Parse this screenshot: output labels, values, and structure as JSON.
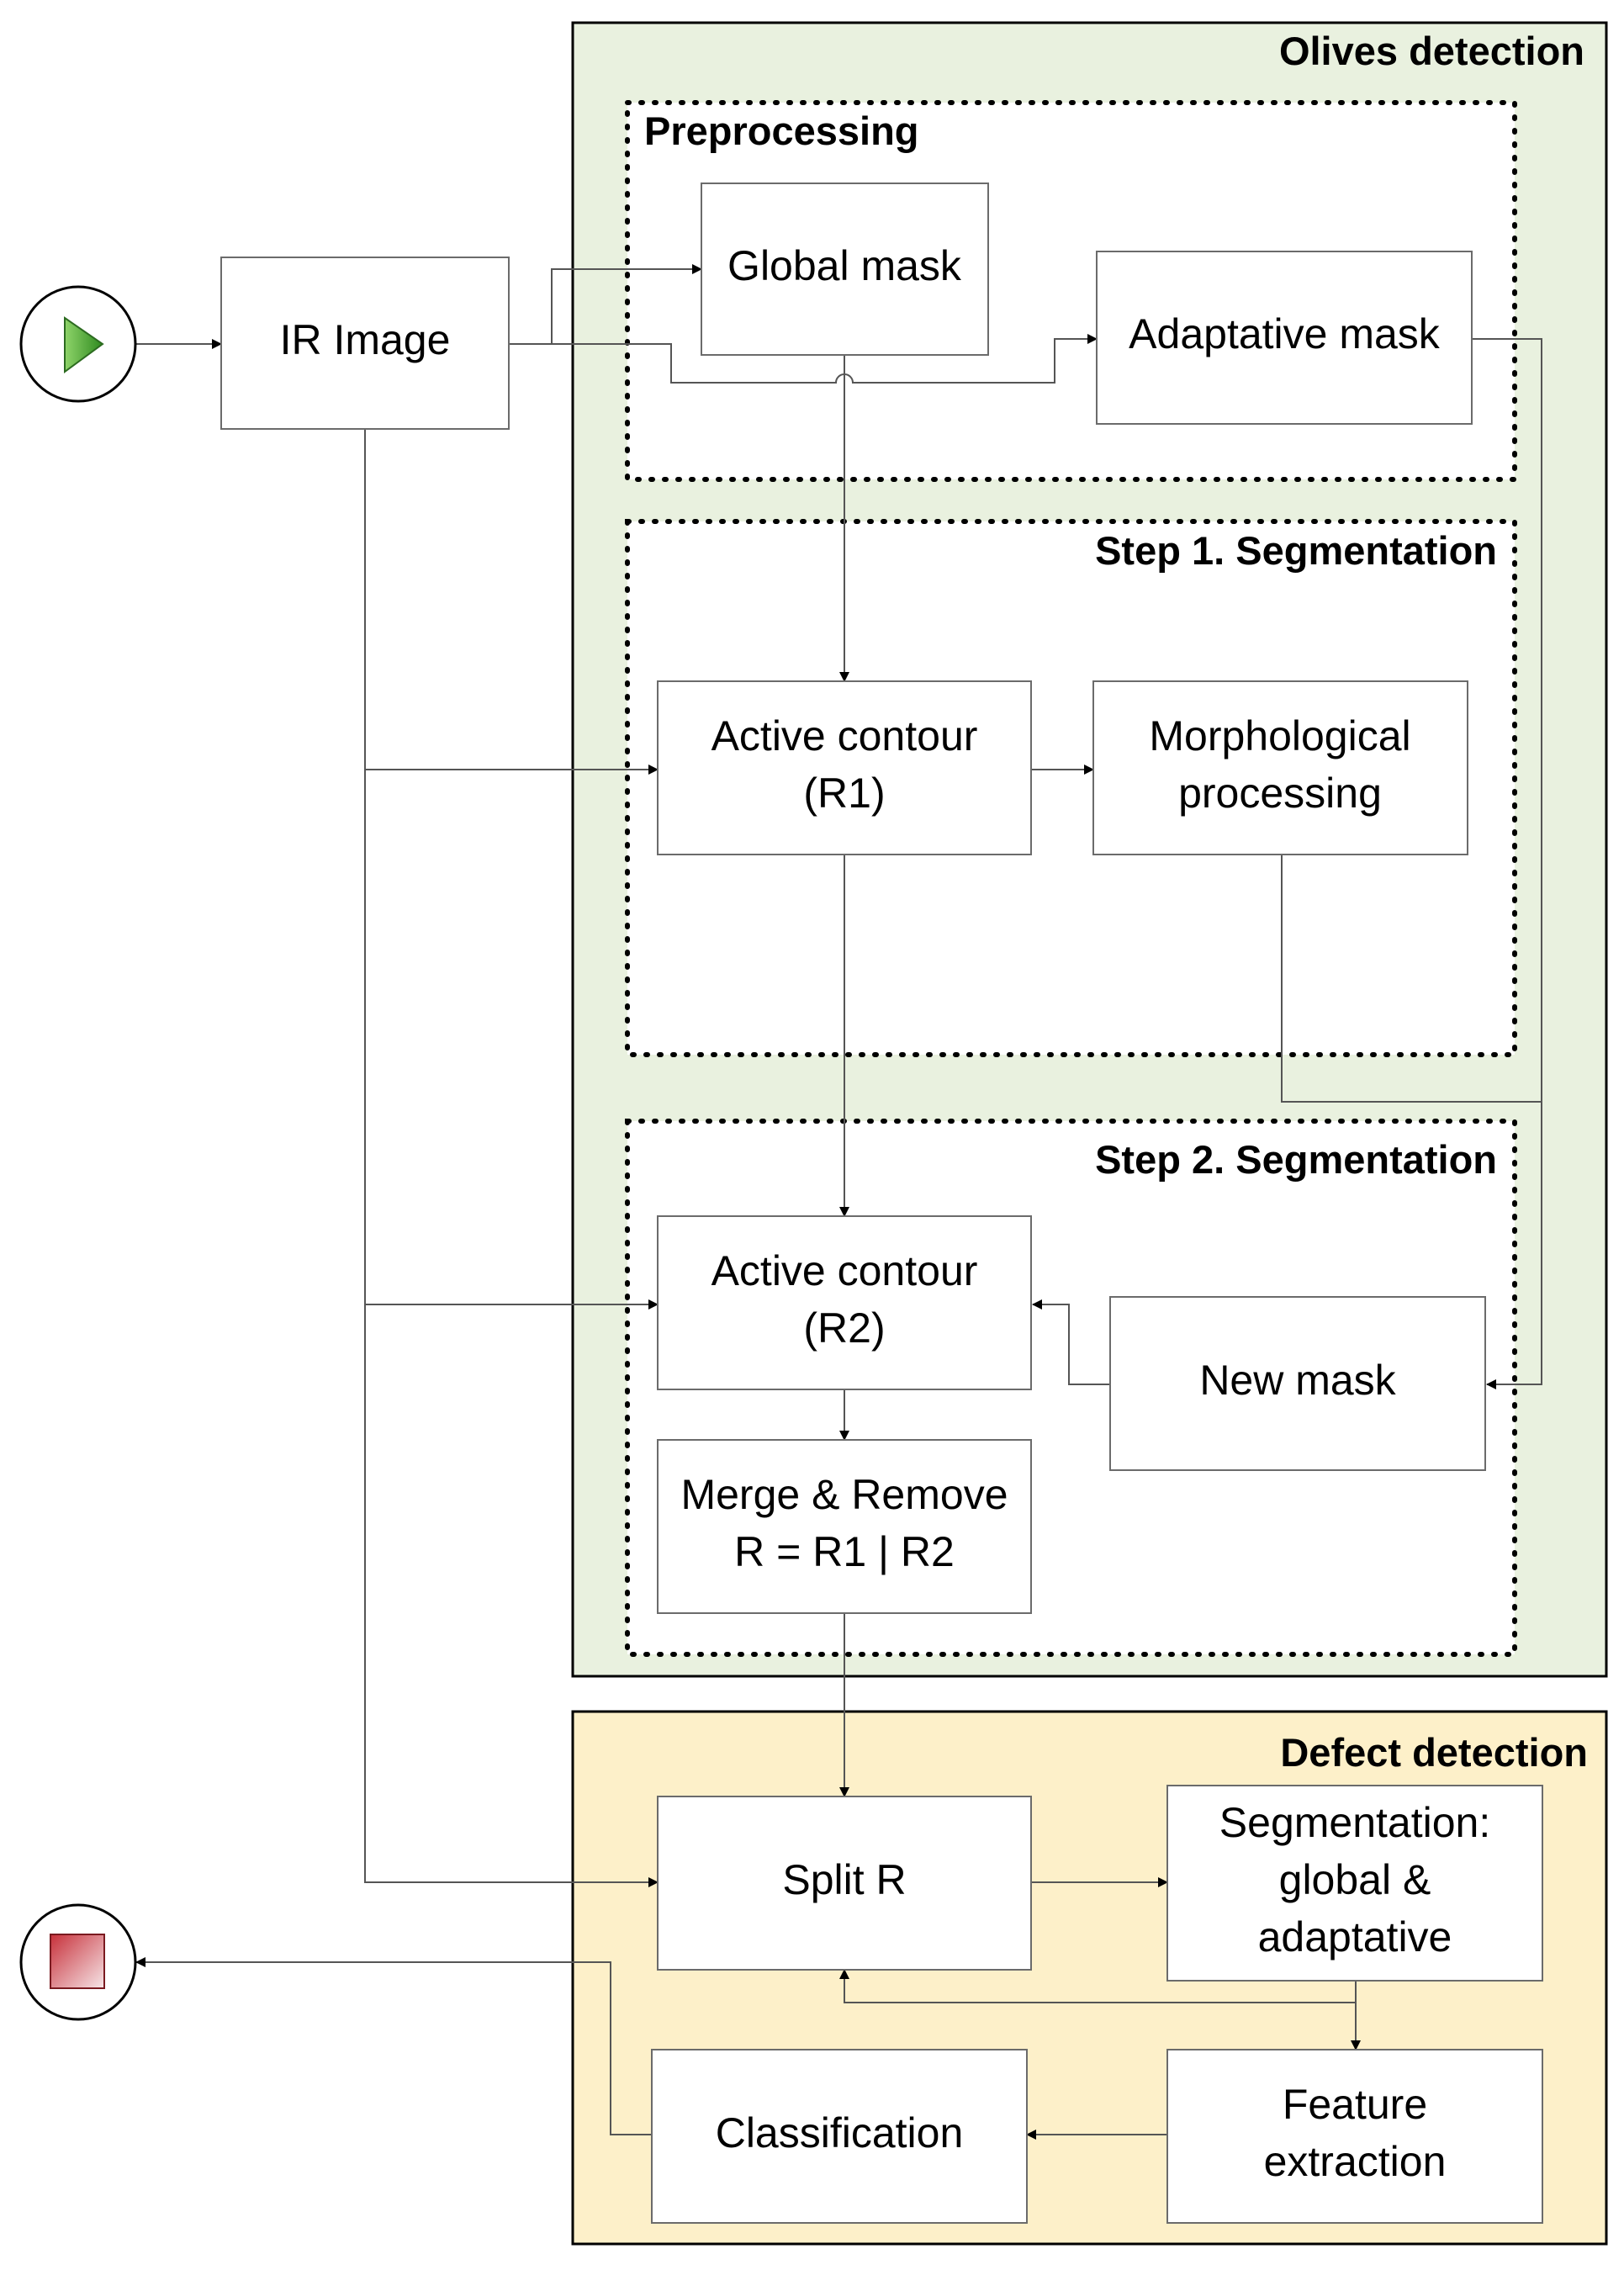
{
  "sections": {
    "olives": {
      "title": "Olives detection",
      "fill": "#e9f1df"
    },
    "preprocessing": {
      "title": "Preprocessing"
    },
    "step1": {
      "title": "Step 1. Segmentation"
    },
    "step2": {
      "title": "Step 2. Segmentation"
    },
    "defect": {
      "title": "Defect detection",
      "fill": "#fdf0c9"
    }
  },
  "nodes": {
    "ir_image": [
      "IR Image"
    ],
    "global_mask": [
      "Global mask"
    ],
    "adaptive_mask": [
      "Adaptative mask"
    ],
    "active_contour_r1": [
      "Active contour",
      "(R1)"
    ],
    "morphological": [
      "Morphological",
      "processing"
    ],
    "active_contour_r2": [
      "Active contour",
      "(R2)"
    ],
    "new_mask": [
      "New mask"
    ],
    "merge_remove": [
      "Merge & Remove",
      "R = R1 | R2"
    ],
    "split_r": [
      "Split R"
    ],
    "segmentation_ga": [
      "Segmentation:",
      "global &",
      "adaptative"
    ],
    "feature_extraction": [
      "Feature",
      "extraction"
    ],
    "classification": [
      "Classification"
    ]
  },
  "events": {
    "start": {
      "icon": "play-icon",
      "color": "#3a9a2a"
    },
    "end": {
      "icon": "stop-icon",
      "color": "#a8202a"
    }
  }
}
